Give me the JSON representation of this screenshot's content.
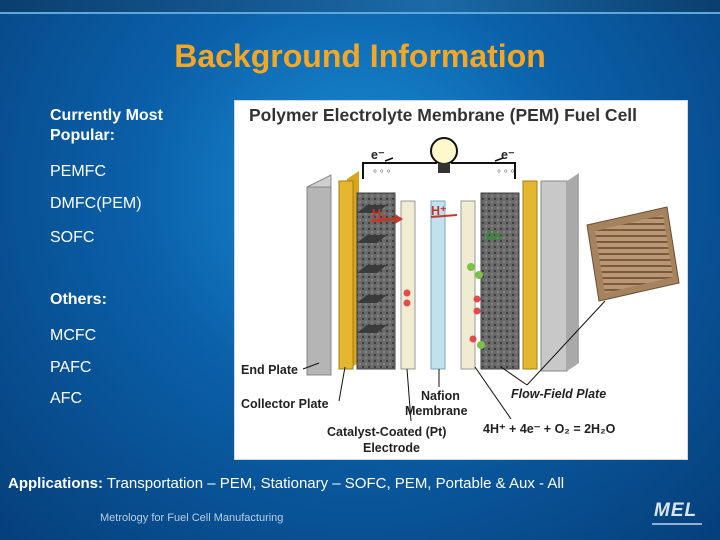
{
  "slide": {
    "title": "Background Information",
    "list": [
      {
        "text": "Currently Most",
        "bold": true
      },
      {
        "text": "Popular:",
        "bold": true
      },
      {
        "text": "PEMFC",
        "bold": false
      },
      {
        "text": "DMFC(PEM)",
        "bold": false
      },
      {
        "text": "SOFC",
        "bold": false
      },
      {
        "text": "Others:",
        "bold": true
      },
      {
        "text": "MCFC",
        "bold": false
      },
      {
        "text": "PAFC",
        "bold": false
      },
      {
        "text": "AFC",
        "bold": false
      }
    ],
    "applications_label": "Applications:",
    "applications_text": " Transportation  – PEM, Stationary – SOFC,  PEM, Portable & Aux - All",
    "footer": "Metrology for Fuel Cell Manufacturing",
    "logo": "MEL"
  },
  "figure": {
    "title": "Polymer Electrolyte Membrane (PEM) Fuel Cell",
    "electron_left": "e⁻",
    "electron_right": "e⁻",
    "h2_label": "H₂",
    "hplus_label": "H⁺",
    "air_label": "Air",
    "end_plate": "End Plate",
    "collector_plate": "Collector Plate",
    "nafion_line1": "Nafion",
    "nafion_line2": "Membrane",
    "catalyst_line1": "Catalyst-Coated (Pt)",
    "catalyst_line2": "Electrode",
    "flow_field": "Flow-Field Plate",
    "reaction": "4H⁺ + 4e⁻ + O₂ = 2H₂O"
  }
}
